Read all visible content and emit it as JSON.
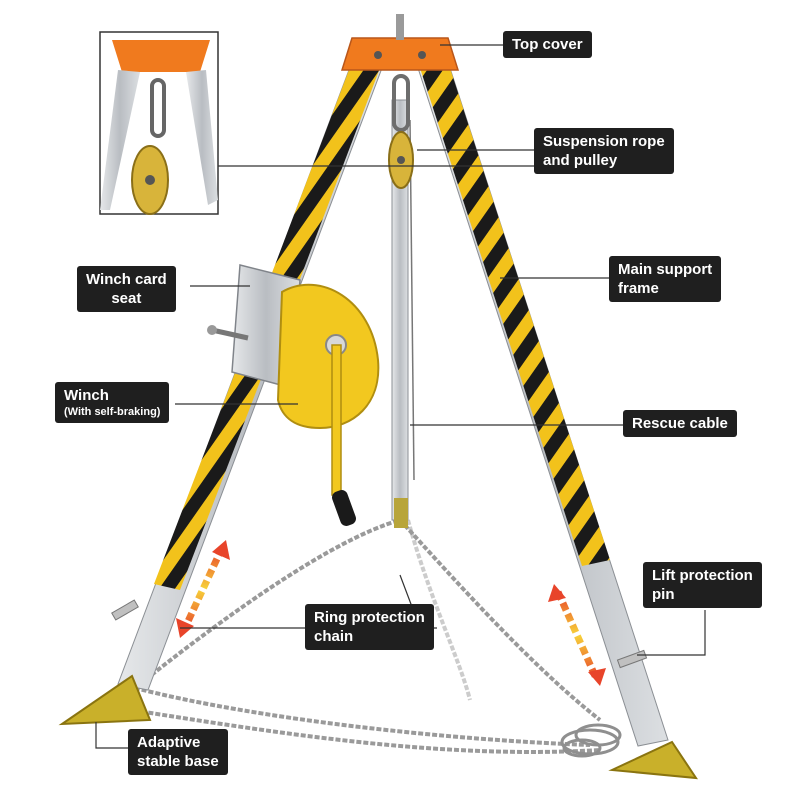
{
  "labels": {
    "top_cover": "Top cover",
    "suspension": [
      "Suspension rope",
      "and pulley"
    ],
    "main_frame": [
      "Main support",
      "frame"
    ],
    "winch_seat": [
      "Winch card",
      "seat"
    ],
    "winch": "Winch",
    "winch_note": "(With self-braking)",
    "rescue_cable": "Rescue cable",
    "lift_pin": [
      "Lift protection",
      "pin"
    ],
    "ring_chain": [
      "Ring protection",
      "chain"
    ],
    "base": [
      "Adaptive",
      "stable base"
    ]
  },
  "colors": {
    "leg_yellow": "#f2c21b",
    "leg_black": "#1a1a1a",
    "aluminum": "#c9ccd0",
    "top_cover": "#f07a1e",
    "winch": "#f2c81f",
    "base": "#c9b02a",
    "chain": "#9a9a9a",
    "arrow_red": "#e8442a",
    "arrow_yellow": "#f7d23a",
    "label_bg": "#1f1f1f"
  }
}
